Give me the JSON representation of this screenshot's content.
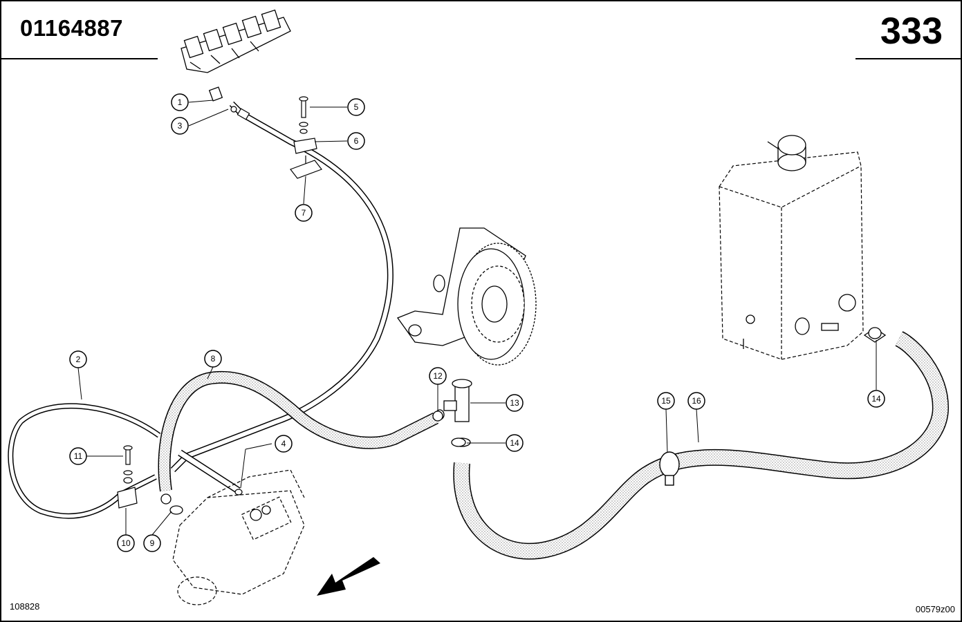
{
  "header": {
    "part_number": "01164887",
    "page_number": "333"
  },
  "footer": {
    "left_code": "108828",
    "right_code": "00579z00"
  },
  "callouts": [
    {
      "id": "c1",
      "label": "1"
    },
    {
      "id": "c2",
      "label": "2"
    },
    {
      "id": "c3",
      "label": "3"
    },
    {
      "id": "c4",
      "label": "4"
    },
    {
      "id": "c5",
      "label": "5"
    },
    {
      "id": "c6",
      "label": "6"
    },
    {
      "id": "c7",
      "label": "7"
    },
    {
      "id": "c8",
      "label": "8"
    },
    {
      "id": "c9",
      "label": "9"
    },
    {
      "id": "c10",
      "label": "10"
    },
    {
      "id": "c11",
      "label": "11"
    },
    {
      "id": "c12",
      "label": "12"
    },
    {
      "id": "c13",
      "label": "13"
    },
    {
      "id": "c14a",
      "label": "14"
    },
    {
      "id": "c14b",
      "label": "14"
    },
    {
      "id": "c15",
      "label": "15"
    },
    {
      "id": "c16",
      "label": "16"
    }
  ]
}
